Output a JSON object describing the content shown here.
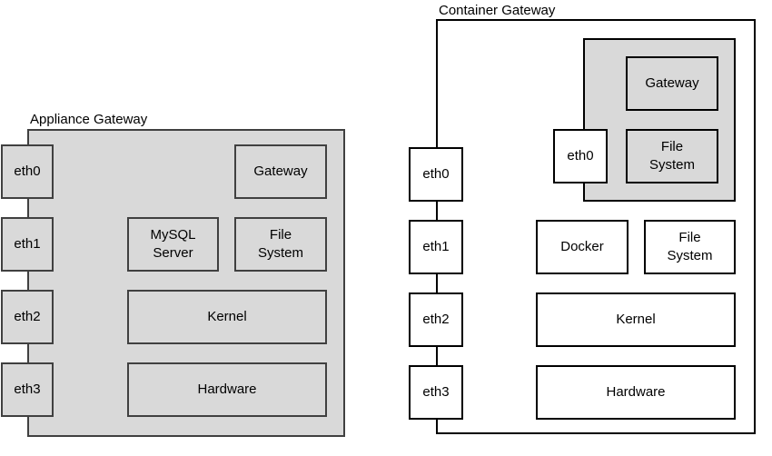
{
  "appliance": {
    "title": "Appliance Gateway",
    "eth_ports": [
      "eth0",
      "eth1",
      "eth2",
      "eth3"
    ],
    "gateway_label": "Gateway",
    "mysql_label": "MySQL Server",
    "filesystem_label": "File System",
    "kernel_label": "Kernel",
    "hardware_label": "Hardware"
  },
  "container": {
    "title": "Container Gateway",
    "eth_ports": [
      "eth0",
      "eth1",
      "eth2",
      "eth3"
    ],
    "inner_eth_label": "eth0",
    "gateway_label": "Gateway",
    "inner_filesystem_label": "File System",
    "docker_label": "Docker",
    "filesystem_label": "File System",
    "kernel_label": "Kernel",
    "hardware_label": "Hardware"
  },
  "colors": {
    "box_fill": "#d9d9d9",
    "appliance_border": "#404040",
    "container_border": "#000000",
    "text": "#000000",
    "background": "#ffffff"
  }
}
